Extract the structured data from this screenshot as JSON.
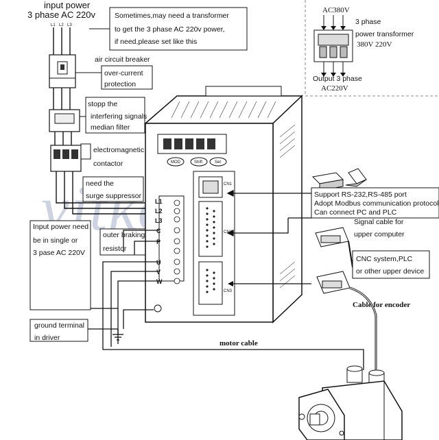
{
  "labels": {
    "input_power_line1": "input power",
    "input_power_line2": "3 phase AC 220v",
    "l1": "L1",
    "l2": "L2",
    "l3": "L3",
    "transformer_note_1": "Sometimes,may need a transformer",
    "transformer_note_2": "to get the 3 phase AC 220v power,",
    "transformer_note_3": "if need,please set like this",
    "breaker": "air circuit breaker",
    "overcurrent_1": "over-current",
    "overcurrent_2": "protection",
    "filter_1": "stopp the",
    "filter_2": "interfering signals",
    "filter_3": "median filter",
    "contactor_1": "electromagnetic",
    "contactor_2": "contactor",
    "suppressor_1": "need the",
    "suppressor_2": "surge suppressor",
    "input_need_1": "Input power need",
    "input_need_2": "be in single or",
    "input_need_3": "3 pase AC 220V",
    "braking_1": "outer braking",
    "braking_2": "resistor",
    "ground_1": "ground terminal",
    "ground_2": "in driver",
    "motor_cable": "motor cable",
    "encoder_cable": "Cable for encoder",
    "ac380": "AC380V",
    "three_phase": "3 phase",
    "power_transformer": "power transformer",
    "voltages": "380V  220V",
    "output_3phase": "Output 3 phase",
    "ac220": "AC220V",
    "comm_1": "Support RS-232,RS-485 port",
    "comm_2": "Adopt Modbus communication protocol",
    "comm_3": "Can connect PC and PLC",
    "signal_1": "Signal cable for",
    "signal_2": "upper computer",
    "cnc_1": "CNC system,PLC",
    "cnc_2": "or other upper device",
    "term_l1": "L1",
    "term_l2": "L2",
    "term_l3": "L3",
    "term_c": "C",
    "term_p": "P",
    "term_u": "U",
    "term_v": "V",
    "term_w": "W",
    "cn1": "CN1",
    "cn2": "CN2",
    "cn3": "CN3",
    "btn_mod": "MOD",
    "btn_shift": "Shift",
    "btn_set": "Set",
    "watermark": "vitkovic"
  },
  "colors": {
    "line": "#111111",
    "watermark": "#6a78a8",
    "dash": "#888888"
  }
}
